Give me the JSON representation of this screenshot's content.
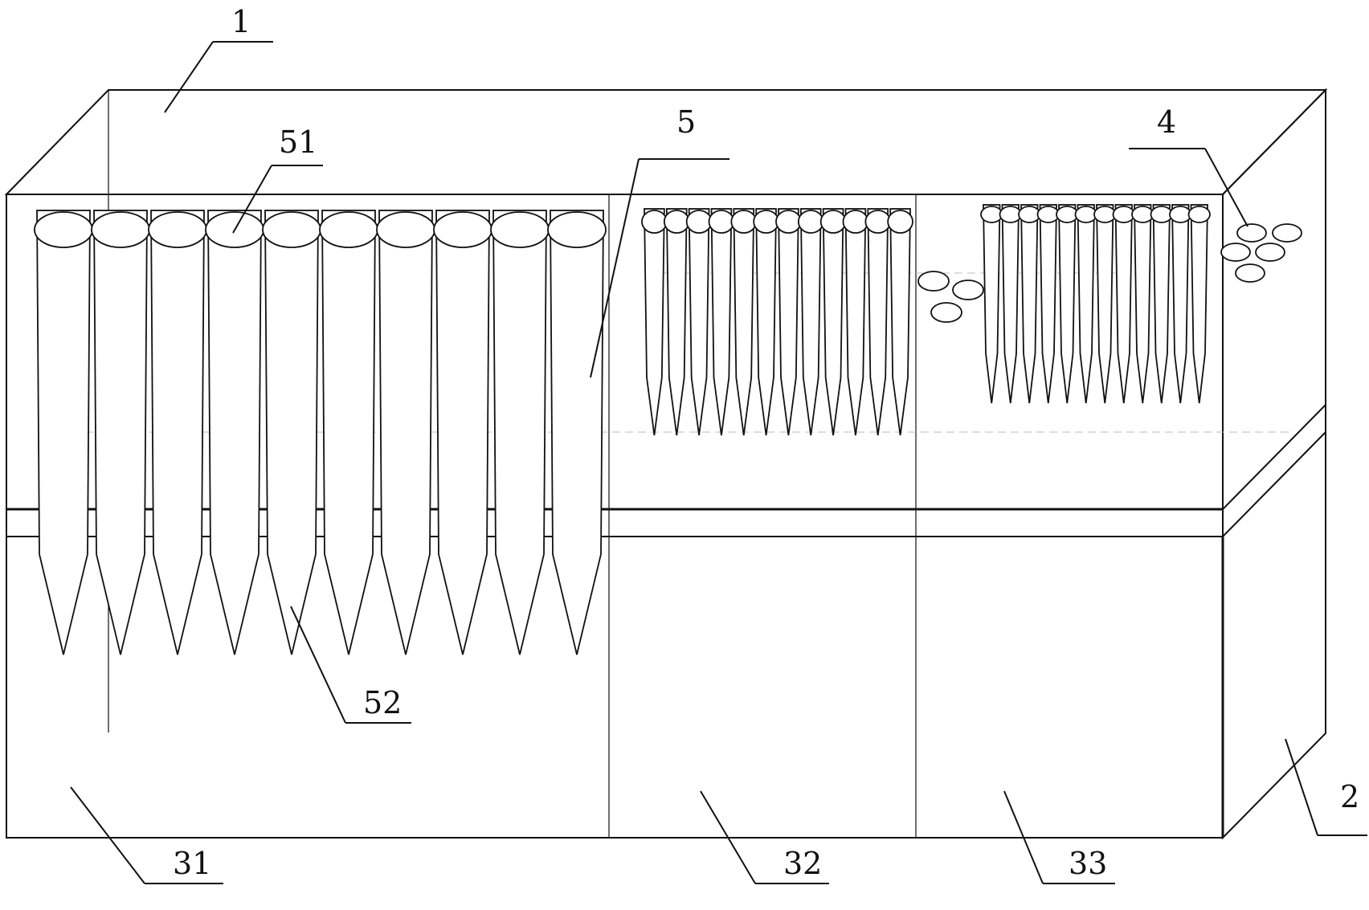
{
  "labels": {
    "box": "1",
    "side": "2",
    "pellets": "4",
    "tubes": "5",
    "tube_cap": "51",
    "tube_tip": "52",
    "zone_large": "31",
    "zone_medium": "32",
    "zone_small": "33"
  },
  "groups": [
    {
      "name": "large",
      "count": 10
    },
    {
      "name": "medium",
      "count": 12
    },
    {
      "name": "small",
      "count": 12
    }
  ]
}
